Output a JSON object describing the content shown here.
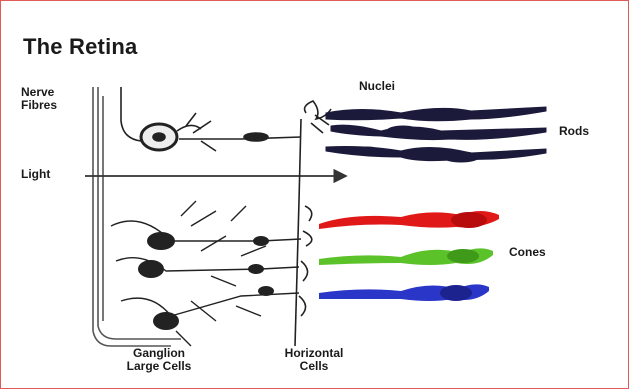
{
  "title": "The Retina",
  "labels": {
    "nerve_fibres": [
      "Nerve",
      "Fibres"
    ],
    "light": "Light",
    "nuclei": "Nuclei",
    "rods": "Rods",
    "cones": "Cones",
    "ganglion": [
      "Ganglion",
      "Large Cells"
    ],
    "horizontal": [
      "Horizontal",
      "Cells"
    ]
  },
  "colors": {
    "frame": "#e05a5a",
    "rods": "#1c1a3a",
    "cone_red": "#e01818",
    "cone_green": "#5cc22a",
    "cone_blue": "#2a36c8",
    "neuron": "#2a2a2a"
  }
}
